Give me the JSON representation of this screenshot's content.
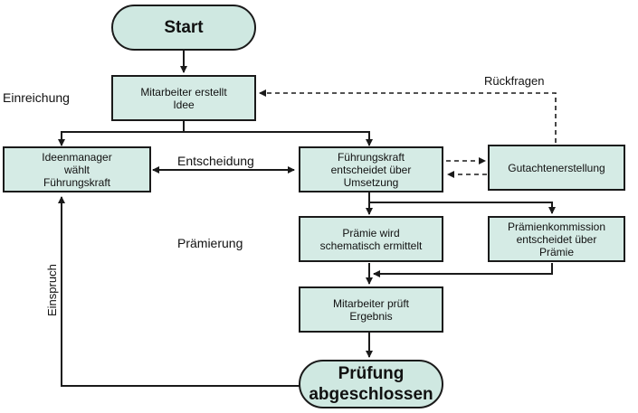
{
  "nodes": {
    "start": "Start",
    "idea": "Mitarbeiter erstellt\nIdee",
    "manager": "Ideenmanager\nwählt\nFührungskraft",
    "decision": "Führungskraft\nentscheidet über\nUmsetzung",
    "expertise": "Gutachtenerstellung",
    "schematic": "Prämie wird\nschematisch ermittelt",
    "commission": "Prämienkommission\nentscheidet über\nPrämie",
    "check": "Mitarbeiter prüft\nErgebnis",
    "end": "Prüfung\nabgeschlossen"
  },
  "labels": {
    "submission": "Einreichung",
    "decision_phase": "Entscheidung",
    "award": "Prämierung",
    "queries": "Rückfragen",
    "objection": "Einspruch"
  },
  "colors": {
    "box_fill": "#d5ebe5",
    "pill_fill": "#cfe8e1",
    "line": "#1a1a1a"
  }
}
